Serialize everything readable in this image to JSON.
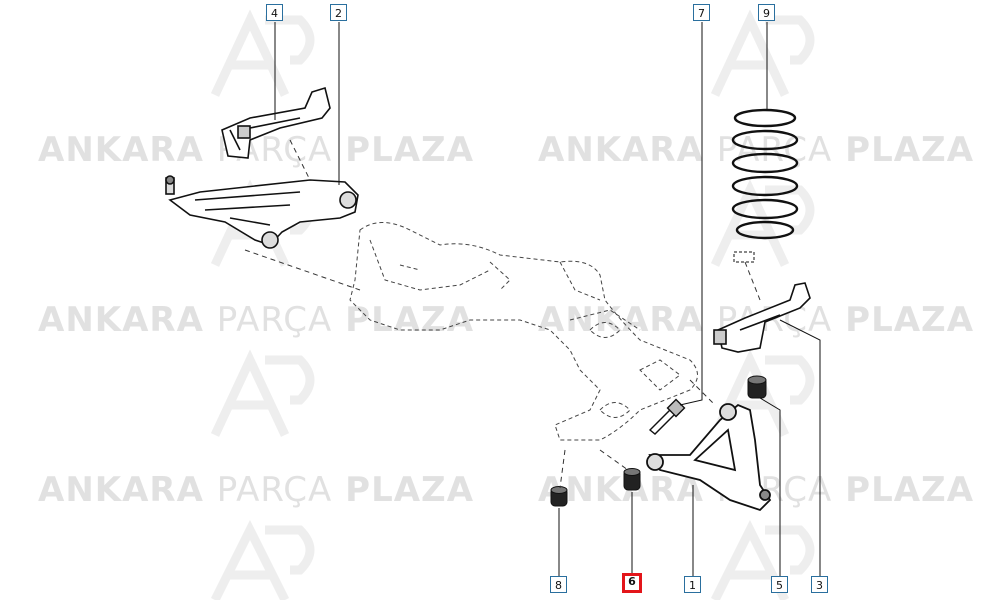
{
  "diagram": {
    "part_labels": [
      {
        "id": "4",
        "highlighted": false
      },
      {
        "id": "2",
        "highlighted": false
      },
      {
        "id": "7",
        "highlighted": false
      },
      {
        "id": "9",
        "highlighted": false
      },
      {
        "id": "8",
        "highlighted": false
      },
      {
        "id": "6",
        "highlighted": true
      },
      {
        "id": "1",
        "highlighted": false
      },
      {
        "id": "5",
        "highlighted": false
      },
      {
        "id": "3",
        "highlighted": false
      }
    ],
    "watermark": {
      "word1": "ANKARA",
      "word2": "PARÇA",
      "word3": "PLAZA"
    }
  },
  "colors": {
    "label_border": "#2a6f9e",
    "highlight": "#e3151a",
    "line": "#222222",
    "watermark": "#b0b0b0"
  }
}
